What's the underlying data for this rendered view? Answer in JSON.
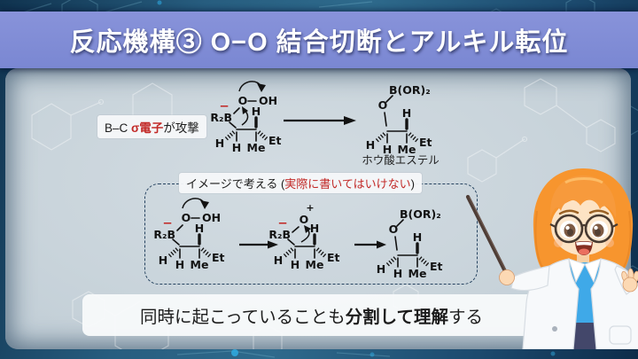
{
  "slide": {
    "title": "反応機構③ O−O 結合切断とアルキル転位",
    "attack_label": {
      "pre": "B–C ",
      "red": "σ電子",
      "post": "が攻撃"
    },
    "image_label": {
      "pre": "イメージで考える (",
      "red": "実際に書いてはいけない",
      "post": ")"
    },
    "product_caption": "ホウ酸エステル",
    "bottom_note": {
      "pre": "同時に起こっていることも",
      "bold": "分割して理解",
      "post": "する"
    }
  },
  "mol": {
    "r2b": "R₂B",
    "minus": "−",
    "plus": "+",
    "o": "O",
    "oh": "OH",
    "h": "H",
    "me": "Me",
    "et": "Et",
    "bor2": "B(OR)₂"
  },
  "colors": {
    "accent_red": "#c22a28",
    "title_bar": "#7e8bd5",
    "background_dark": "#16436a",
    "panel": "#cad4db"
  }
}
